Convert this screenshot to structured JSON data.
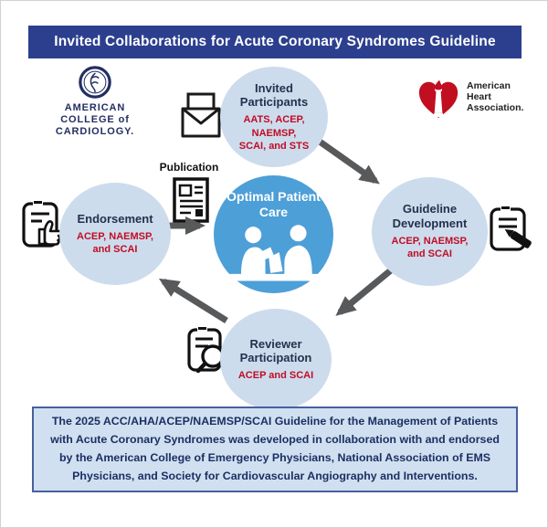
{
  "banner": {
    "text": "Invited Collaborations for Acute Coronary Syndromes Guideline",
    "bg": "#2c3f8e",
    "fg": "#ffffff"
  },
  "logos": {
    "acc": {
      "lines": [
        "AMERICAN",
        "COLLEGE of",
        "CARDIOLOGY."
      ],
      "color": "#232f63"
    },
    "aha": {
      "lines": [
        "American",
        "Heart",
        "Association."
      ],
      "color": "#231f20",
      "heart_color": "#c10e21"
    }
  },
  "publication": {
    "label": "Publication"
  },
  "nodes": {
    "invited": {
      "title": "Invited\nParticipants",
      "members": "AATS, ACEP, NAEMSP,\nSCAI, and STS"
    },
    "endorsement": {
      "title": "Endorsement",
      "members": "ACEP, NAEMSP,\nand SCAI"
    },
    "guideline": {
      "title": "Guideline\nDevelopment",
      "members": "ACEP, NAEMSP,\nand SCAI"
    },
    "reviewer": {
      "title": "Reviewer\nParticipation",
      "members": "ACEP and SCAI"
    },
    "center": {
      "title": "Optimal Patient\nCare"
    }
  },
  "flow": [
    "Invited Participants -> Guideline Development",
    "Guideline Development -> Reviewer Participation",
    "Reviewer Participation -> Endorsement",
    "Endorsement -> Publication -> Optimal Patient Care"
  ],
  "footer": {
    "text": "The 2025 ACC/AHA/ACEP/NAEMSP/SCAI Guideline for the Management of Patients with Acute Coronary Syndromes was developed in collaboration with and endorsed by the American College of Emergency Physicians, National Association of EMS Physicians, and Society for Cardiovascular Angiography and Interventions."
  },
  "colors": {
    "banner_bg": "#2c3f8e",
    "light_circle": "#cddcec",
    "center_circle": "#4d9fd7",
    "title_navy": "#26304d",
    "member_red": "#c00d25",
    "arrow_gray": "#58595b",
    "footer_bg": "#d0e0f0",
    "footer_border": "#47609e",
    "footer_text": "#1c2f63"
  }
}
